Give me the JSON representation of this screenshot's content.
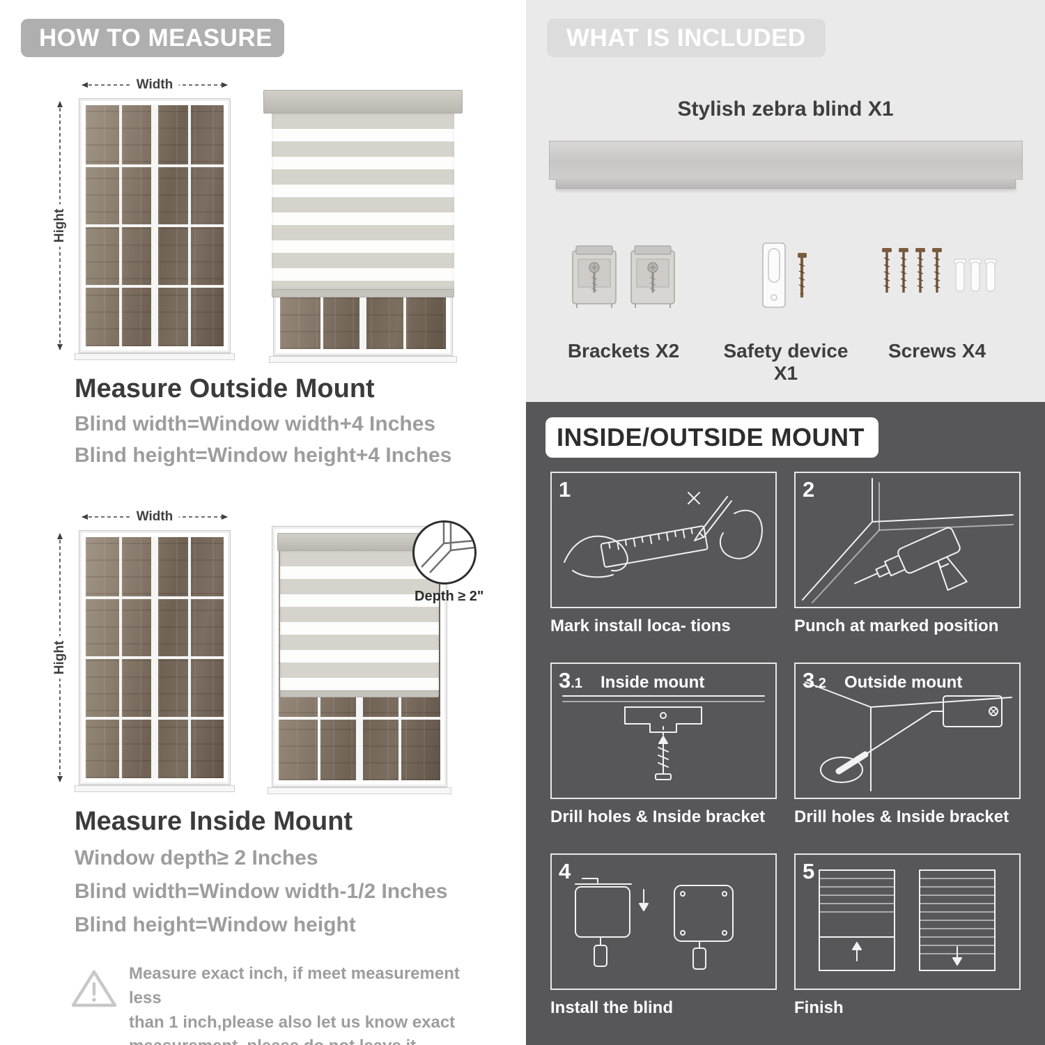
{
  "colors": {
    "left_pill_bg": "#b0afaf",
    "right_pill_bg": "#dcdcdc",
    "light_section_bg": "#ebeaea",
    "dark_section_bg": "#57575a",
    "heading_text": "#3b3b3b",
    "muted_text": "#9d9d9d"
  },
  "left": {
    "header": "HOW TO MEASURE",
    "outside": {
      "width_label": "Width",
      "height_label": "Hight",
      "heading": "Measure Outside Mount",
      "lines": [
        "Blind width=Window width+4 Inches",
        "Blind height=Window height+4 Inches"
      ]
    },
    "inside": {
      "width_label": "Width",
      "height_label": "Hight",
      "depth_label": "Depth ≥ 2\"",
      "heading": "Measure Inside Mount",
      "lines": [
        "Window depth≥ 2 Inches",
        "Blind width=Window width-1/2 Inches",
        "Blind height=Window height"
      ]
    },
    "note_lines": [
      "Measure exact inch, if meet measurement less",
      "than 1 inch,please also let us know exact",
      "measurement, please do not leave it"
    ]
  },
  "included": {
    "header": "WHAT IS INCLUDED",
    "product_label": "Stylish zebra blind X1",
    "items": [
      {
        "label": "Brackets X2"
      },
      {
        "label": "Safety device X1"
      },
      {
        "label": "Screws X4"
      }
    ]
  },
  "mount": {
    "header": "INSIDE/OUTSIDE MOUNT",
    "steps": [
      {
        "num": "1",
        "sub": "",
        "label": "",
        "caption": "Mark install loca- tions"
      },
      {
        "num": "2",
        "sub": "",
        "label": "",
        "caption": "Punch at  marked position"
      },
      {
        "num": "3",
        "sub": ".1",
        "label": "Inside mount",
        "caption": "Drill holes &  Inside bracket"
      },
      {
        "num": "3",
        "sub": ".2",
        "label": "Outside mount",
        "caption": "Drill holes &  Inside bracket"
      },
      {
        "num": "4",
        "sub": "",
        "label": "",
        "caption": "Install the blind"
      },
      {
        "num": "5",
        "sub": "",
        "label": "",
        "caption": "Finish"
      }
    ]
  }
}
